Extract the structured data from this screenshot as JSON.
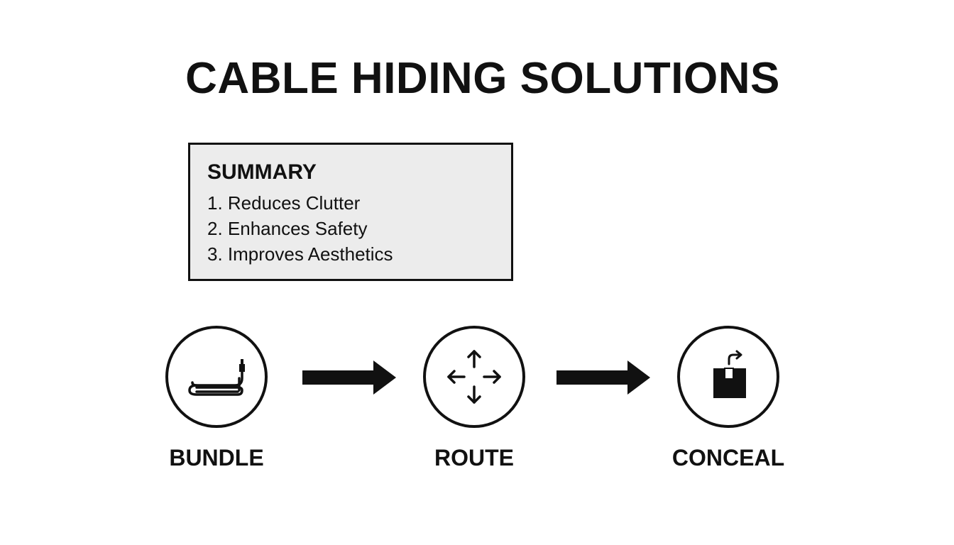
{
  "title": "CABLE HIDING SOLUTIONS",
  "summary": {
    "heading": "SUMMARY",
    "items": [
      "1. Reduces Clutter",
      "2. Enhances Safety",
      "3. Improves Aesthetics"
    ]
  },
  "steps": [
    {
      "label": "BUNDLE",
      "icon": "coiled-cable-icon"
    },
    {
      "label": "ROUTE",
      "icon": "four-direction-arrows-icon"
    },
    {
      "label": "CONCEAL",
      "icon": "box-with-arrow-icon"
    }
  ],
  "colors": {
    "ink": "#111111",
    "summary_background": "#ececec",
    "background": "#ffffff"
  }
}
